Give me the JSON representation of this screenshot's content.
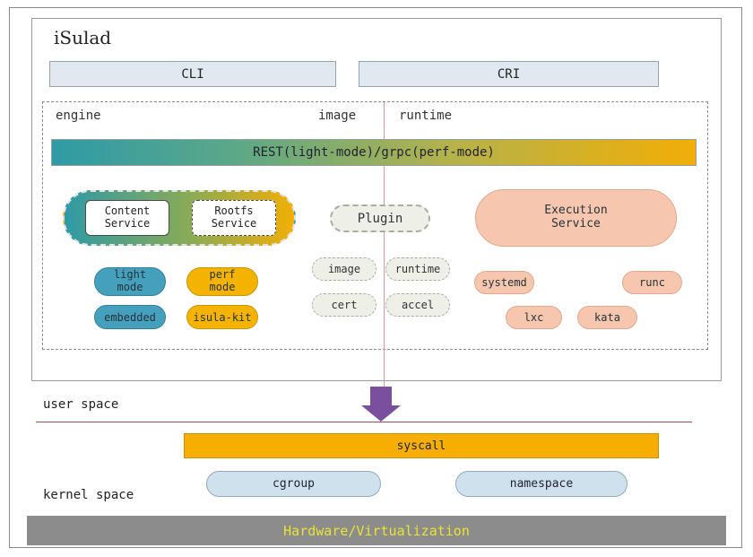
{
  "diagram": {
    "title": "iSulad",
    "cli": "CLI",
    "cri": "CRI",
    "sections": {
      "engine": "engine",
      "image": "image",
      "runtime": "runtime"
    },
    "rest_bar": "REST(light-mode)/grpc(perf-mode)",
    "engine": {
      "content_service": "Content\nService",
      "rootfs_service": "Rootfs\nService",
      "light_mode": "light\nmode",
      "perf_mode": "perf\nmode",
      "embedded": "embedded",
      "isula_kit": "isula-kit"
    },
    "image_section": {
      "plugin": "Plugin",
      "image": "image",
      "runtime": "runtime",
      "cert": "cert",
      "accel": "accel"
    },
    "runtime_section": {
      "execution_service": "Execution\nService",
      "systemd": "systemd",
      "runc": "runc",
      "lxc": "lxc",
      "kata": "kata"
    },
    "spaces": {
      "user": "user space",
      "kernel": "kernel space"
    },
    "kernel": {
      "syscall": "syscall",
      "cgroup": "cgroup",
      "namespace": "namespace"
    },
    "hardware": "Hardware/Virtualization"
  },
  "colors": {
    "teal": "#45a0bd",
    "gold": "#f5b301",
    "salmon": "#f6c7ae",
    "plugin_gray": "#eef0e8",
    "light_blue": "#cfe1ed",
    "hardware_bar": "#8c8c8c",
    "hardware_text": "#e8e432",
    "arrow_purple": "#7a4f9e",
    "divider_pink": "#e09a9a",
    "line_red": "#9e4b4b",
    "gradient_start": "#2f9aa6",
    "gradient_end": "#f2ae06"
  }
}
